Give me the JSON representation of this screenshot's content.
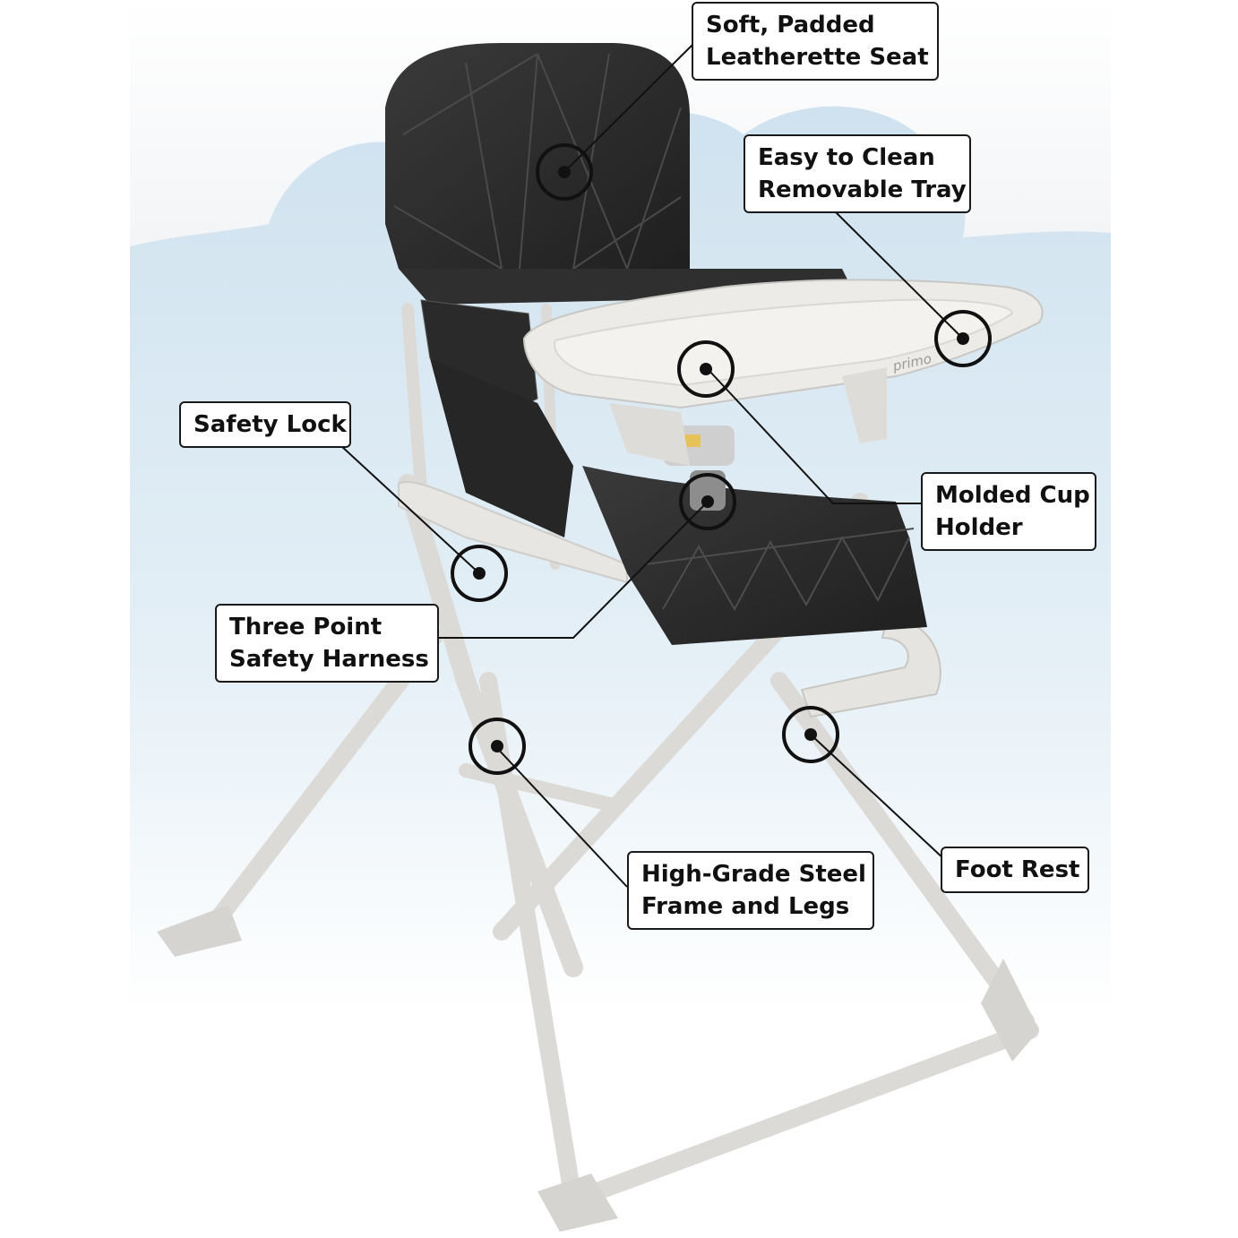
{
  "brand_mark": "primo",
  "colors": {
    "cloud_sky": "#dcebf5",
    "seat_leather": "#2b2b2b",
    "frame": "#e6e4e0",
    "tray": "#ecebe7",
    "callout_border": "#1a1a1a"
  },
  "callouts": {
    "seat": {
      "line1": "Soft, Padded",
      "line2": "Leatherette Seat"
    },
    "tray": {
      "line1": "Easy to Clean",
      "line2": "Removable Tray"
    },
    "lock": {
      "line1": "Safety Lock"
    },
    "cup": {
      "line1": "Molded Cup",
      "line2": "Holder"
    },
    "harness": {
      "line1": "Three Point",
      "line2": "Safety Harness"
    },
    "frame": {
      "line1": "High-Grade Steel",
      "line2": "Frame and Legs"
    },
    "footrest": {
      "line1": "Foot Rest"
    }
  }
}
